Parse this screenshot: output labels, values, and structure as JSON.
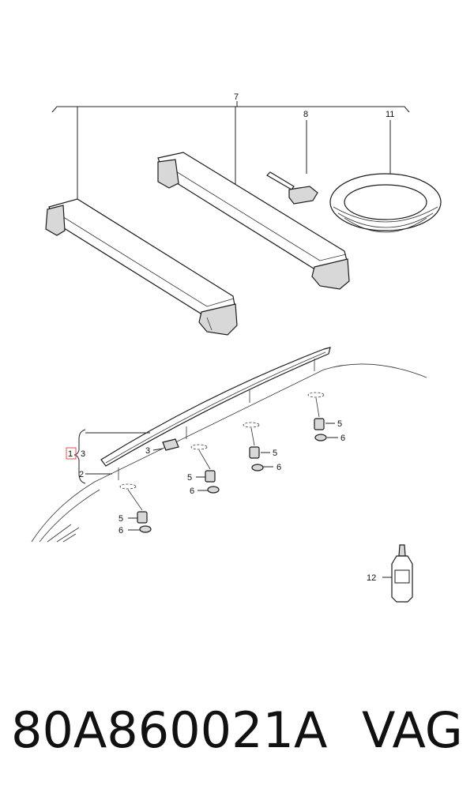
{
  "callouts": {
    "c7": "7",
    "c8": "8",
    "c11": "11",
    "c1": "1",
    "c2": "2",
    "c3a": "3",
    "c3b": "3",
    "c5a": "5",
    "c5b": "5",
    "c5c": "5",
    "c5d": "5",
    "c6a": "6",
    "c6b": "6",
    "c6c": "6",
    "c6d": "6",
    "c12": "12"
  },
  "footer": {
    "part_number": "80A860021A",
    "brand": "VAG"
  },
  "colors": {
    "line": "#222222",
    "highlight_box": "#d9534f"
  }
}
